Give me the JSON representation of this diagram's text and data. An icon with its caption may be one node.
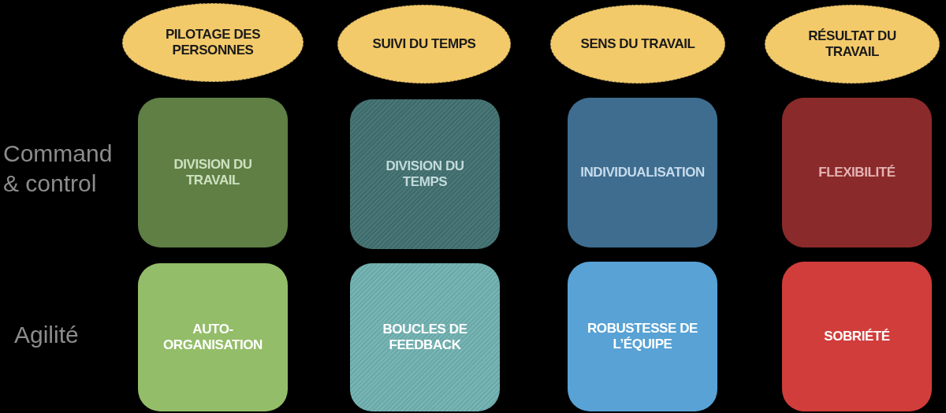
{
  "diagram": {
    "nodes": [
      {
        "text": [
          "PILOTAGE DES PERSONNES"
        ]
      },
      {
        "text": [
          "SUIVI DU TEMPS"
        ]
      },
      {
        "text": [
          "SENS DU TRAVAIL"
        ]
      },
      {
        "text": [
          "RÉSULTAT DU TRAVAIL"
        ]
      },
      {
        "text": [
          "DIVISION DU TRAVAIL"
        ]
      },
      {
        "text": [
          "DIVISION DU TEMPS"
        ]
      },
      {
        "text": [
          "INDIVIDUALISATION"
        ]
      },
      {
        "text": [
          "FLEXIBILITÉ"
        ]
      },
      {
        "text": [
          "AUTO-ORGANISATION"
        ]
      },
      {
        "text": [
          "BOUCLES DE FEEDBACK"
        ]
      },
      {
        "text": [
          "ROBUSTESSE DE L’ÉQUIPE"
        ]
      },
      {
        "text": [
          "SOBRIÉTÉ"
        ]
      }
    ],
    "labels": [
      "Command & control",
      "Agilité"
    ]
  }
}
